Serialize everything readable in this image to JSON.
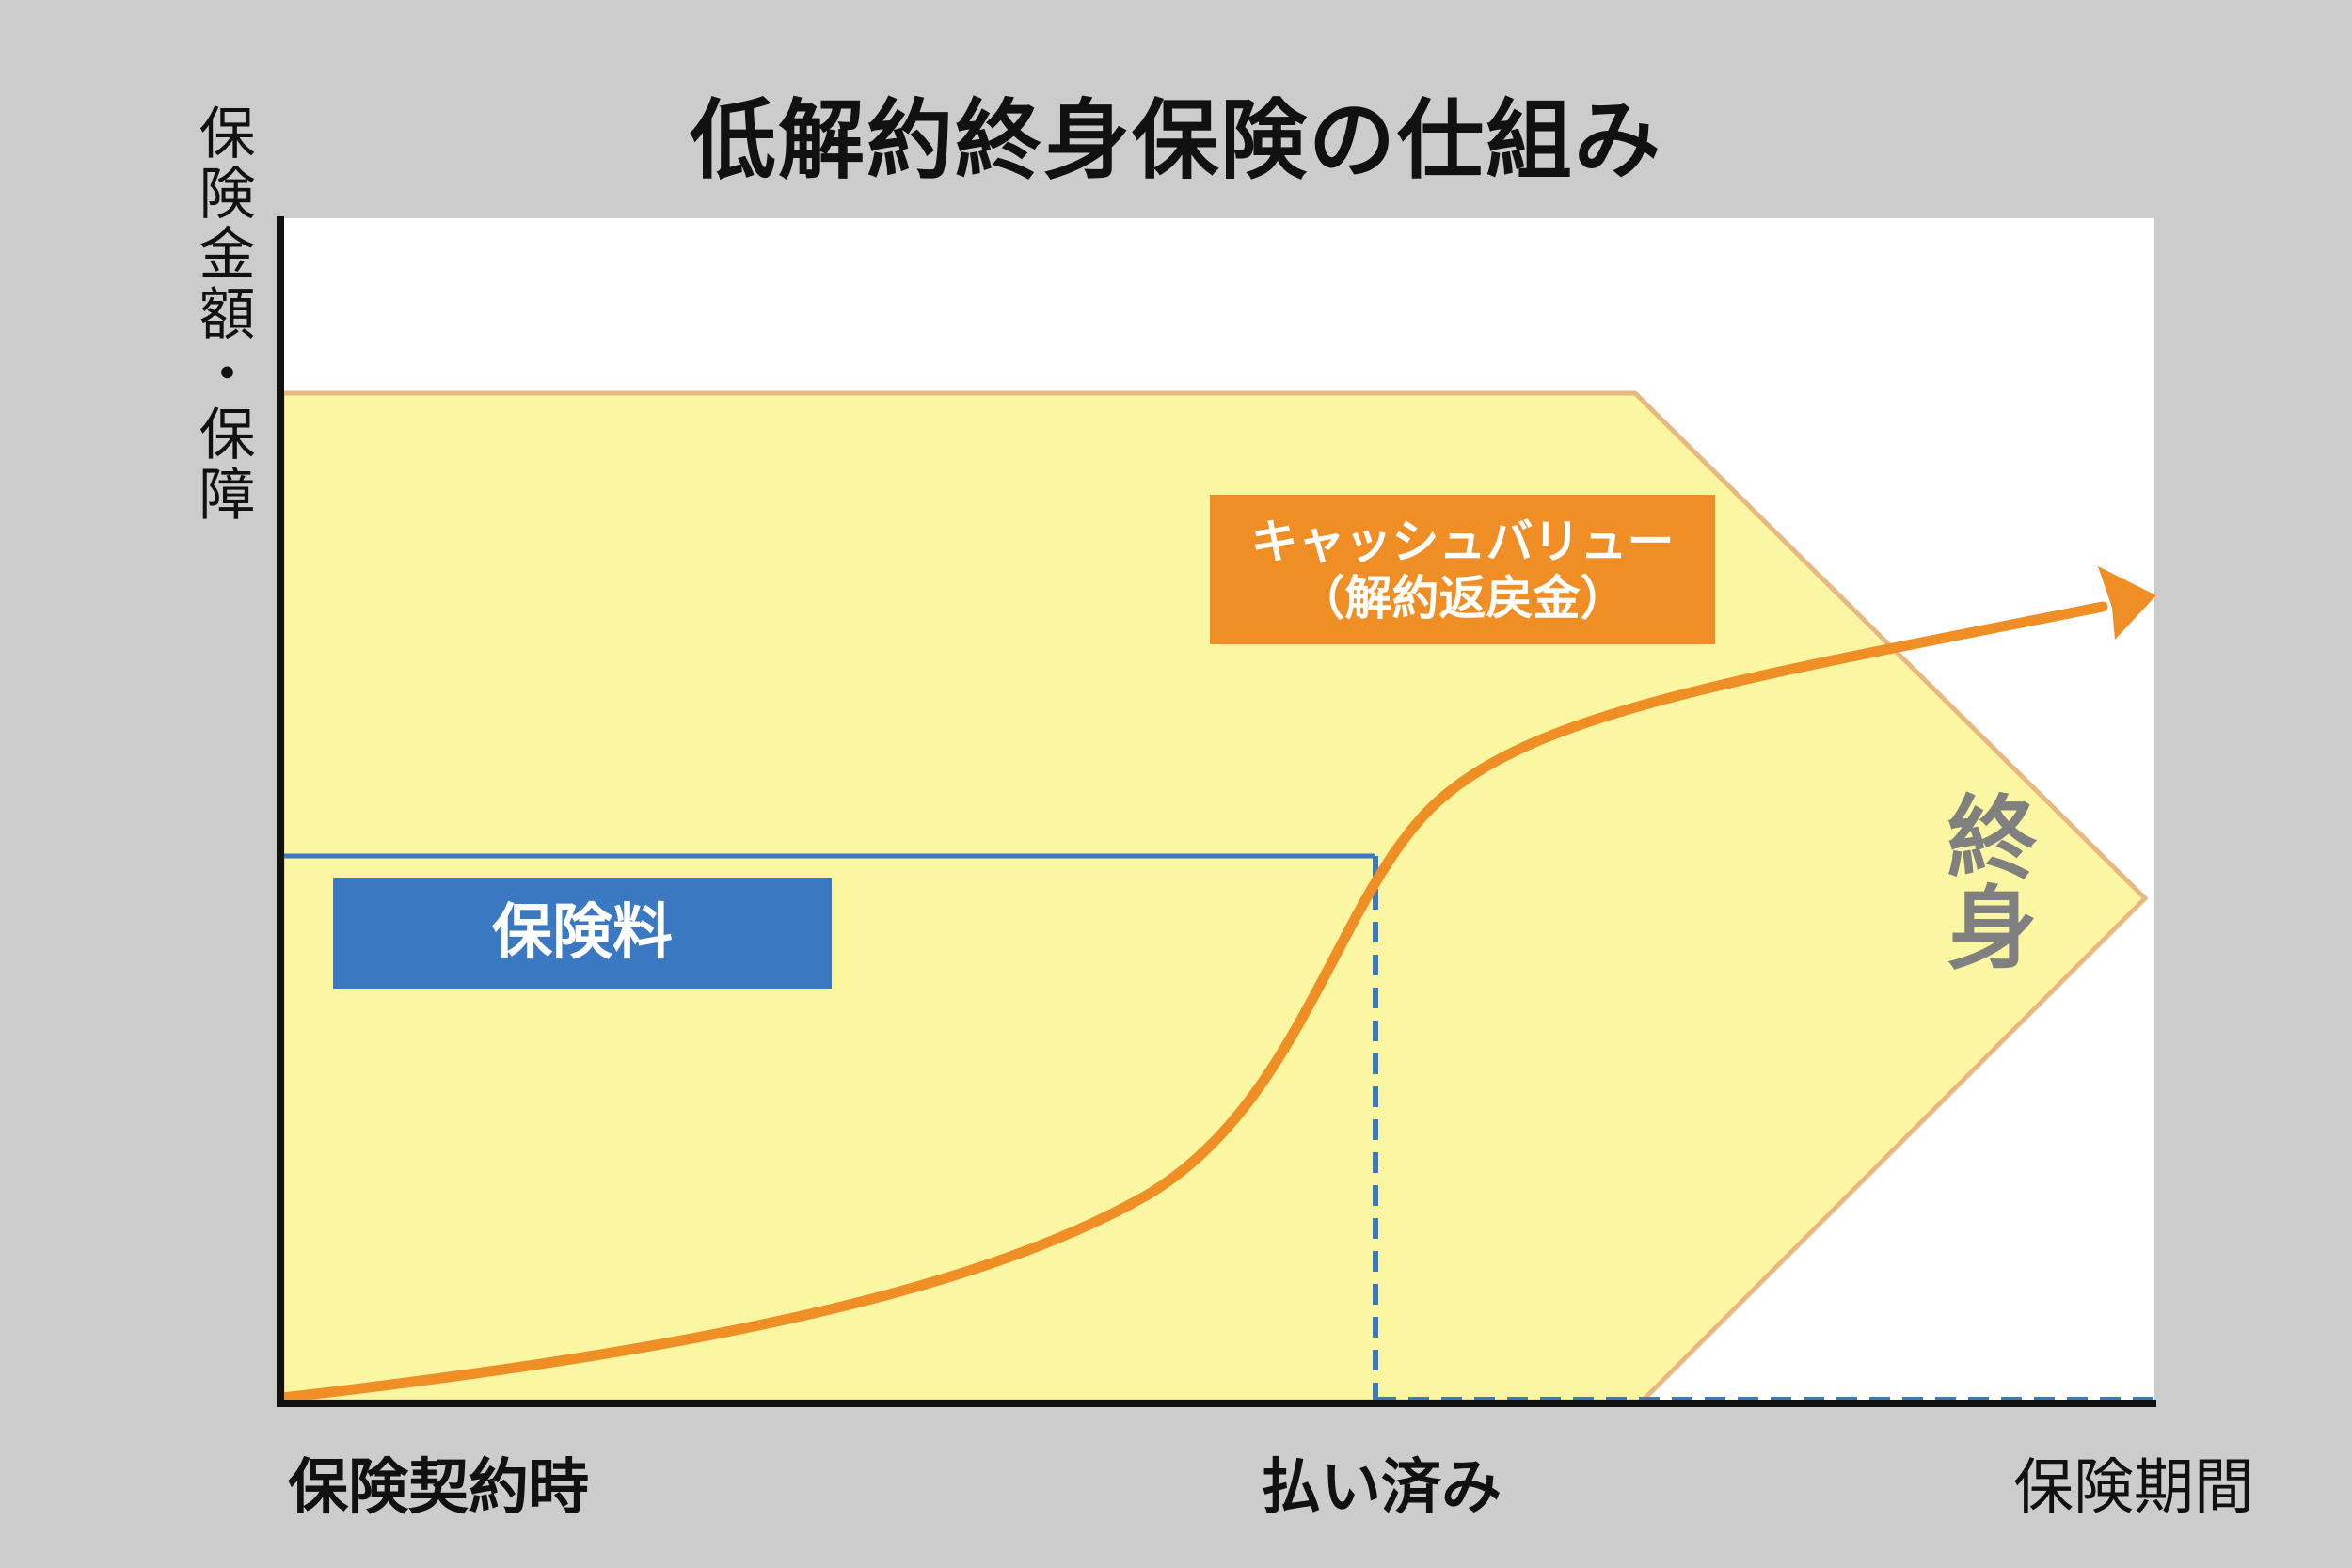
{
  "title": "低解約終身保険の仕組み",
  "y_axis_label": "保険金額・保障",
  "x_labels": {
    "contract": "保険契約時",
    "paid_up": "払い済み",
    "period": "保険期間"
  },
  "boxes": {
    "premium": "保険料",
    "cash_value_line1": "キャッシュバリュー",
    "cash_value_line2": "（解約返戻金）"
  },
  "lifetime_label": "終身",
  "colors": {
    "background": "#cccccc",
    "plot_background": "#ffffff",
    "coverage_fill": "#fbf6a2",
    "coverage_outline": "#e8b882",
    "cash_value_line": "#f08e26",
    "premium": "#3a78c2",
    "axis": "#111111"
  }
}
